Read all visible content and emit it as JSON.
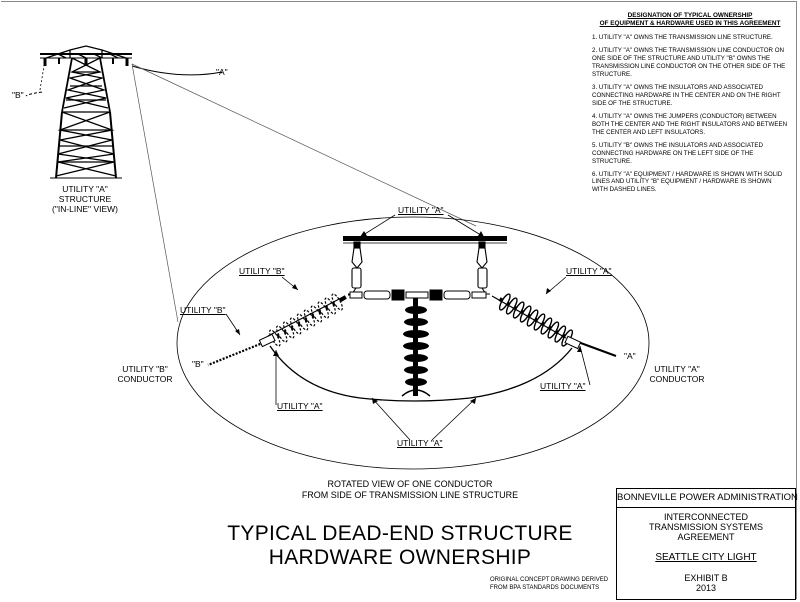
{
  "designation": {
    "title_line1": "DESIGNATION OF TYPICAL OWNERSHIP",
    "title_line2": "OF EQUIPMENT & HARDWARE USED IN THIS AGREEMENT",
    "notes": [
      "1. UTILITY \"A\" OWNS THE TRANSMISSION LINE STRUCTURE.",
      "2. UTILITY \"A\" OWNS THE TRANSMISSION LINE CONDUCTOR ON ONE SIDE OF THE STRUCTURE AND UTILITY \"B\" OWNS THE TRANSMISSION LINE CONDUCTOR ON THE OTHER SIDE OF THE STRUCTURE.",
      "3. UTILITY \"A\" OWNS THE INSULATORS AND ASSOCIATED CONNECTING HARDWARE IN THE CENTER AND ON THE RIGHT SIDE OF THE STRUCTURE.",
      "4. UTILITY \"A\" OWNS THE JUMPERS (CONDUCTOR) BETWEEN BOTH THE CENTER AND THE RIGHT INSULATORS AND BETWEEN THE CENTER AND LEFT INSULATORS.",
      "5. UTILITY \"B\" OWNS THE INSULATORS AND ASSOCIATED CONNECTING HARDWARE ON THE LEFT SIDE OF THE STRUCTURE.",
      "6. UTILITY \"A\" EQUIPMENT / HARDWARE IS SHOWN WITH SOLID LINES AND UTILITY \"B\" EQUIPMENT / HARDWARE IS SHOWN WITH DASHED LINES."
    ]
  },
  "structure": {
    "caption_line1": "UTILITY \"A\"",
    "caption_line2": "STRUCTURE",
    "caption_line3": "(\"IN-LINE\" VIEW)",
    "line_a": "\"A\"",
    "line_b": "\"B\""
  },
  "detail": {
    "top_label": "UTILITY \"A\"",
    "left_insulator_label": "UTILITY \"B\"",
    "right_insulator_label": "UTILITY \"A\"",
    "left_hardware_label": "UTILITY \"B\"",
    "left_conductor_label_line1": "UTILITY \"B\"",
    "left_conductor_label_line2": "CONDUCTOR",
    "right_conductor_label_line1": "UTILITY \"A\"",
    "right_conductor_label_line2": "CONDUCTOR",
    "end_b": "\"B\"",
    "end_a": "\"A\"",
    "jumper_left_label": "UTILITY \"A\"",
    "jumper_right_label": "UTILITY \"A\"",
    "bottom_label": "UTILITY \"A\"",
    "caption_line1": "ROTATED VIEW OF ONE CONDUCTOR",
    "caption_line2": "FROM SIDE OF TRANSMISSION LINE STRUCTURE"
  },
  "title": {
    "line1": "TYPICAL DEAD-END STRUCTURE",
    "line2": "HARDWARE OWNERSHIP"
  },
  "title_block": {
    "org": "BONNEVILLE POWER ADMINISTRATION",
    "agreement_line1": "INTERCONNECTED",
    "agreement_line2": "TRANSMISSION SYSTEMS",
    "agreement_line3": "AGREEMENT",
    "utility": "SEATTLE CITY LIGHT",
    "exhibit": "EXHIBIT B",
    "year": "2013"
  },
  "footnote": {
    "line1": "ORIGINAL CONCEPT DRAWING DERIVED",
    "line2": "FROM BPA STANDARDS DOCUMENTS"
  }
}
